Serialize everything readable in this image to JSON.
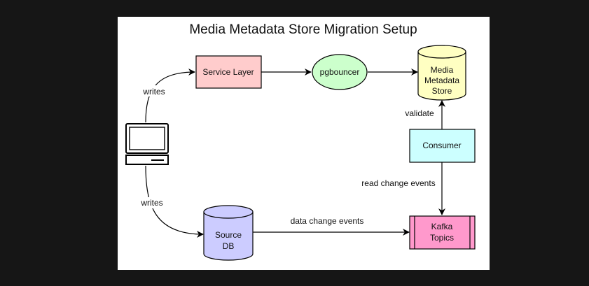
{
  "diagram": {
    "title": "Media Metadata Store Migration Setup",
    "nodes": {
      "service_layer": {
        "label": "Service Layer",
        "fill": "#ffcccc"
      },
      "pgbouncer": {
        "label": "pgbouncer",
        "fill": "#ccffcc"
      },
      "media_store": {
        "line1": "Media",
        "line2": "Metadata",
        "line3": "Store",
        "fill": "#ffffc2"
      },
      "consumer": {
        "label": "Consumer",
        "fill": "#ccffff"
      },
      "kafka": {
        "line1": "Kafka",
        "line2": "Topics",
        "fill": "#ff99cc"
      },
      "source_db": {
        "line1": "Source",
        "line2": "DB",
        "fill": "#ccccff"
      },
      "client": {
        "icon": "computer-icon"
      }
    },
    "edges": {
      "client_to_service": "writes",
      "client_to_source": "writes",
      "consumer_to_store": "validate",
      "kafka_to_consumer": "read change events",
      "source_to_kafka": "data change events"
    }
  }
}
